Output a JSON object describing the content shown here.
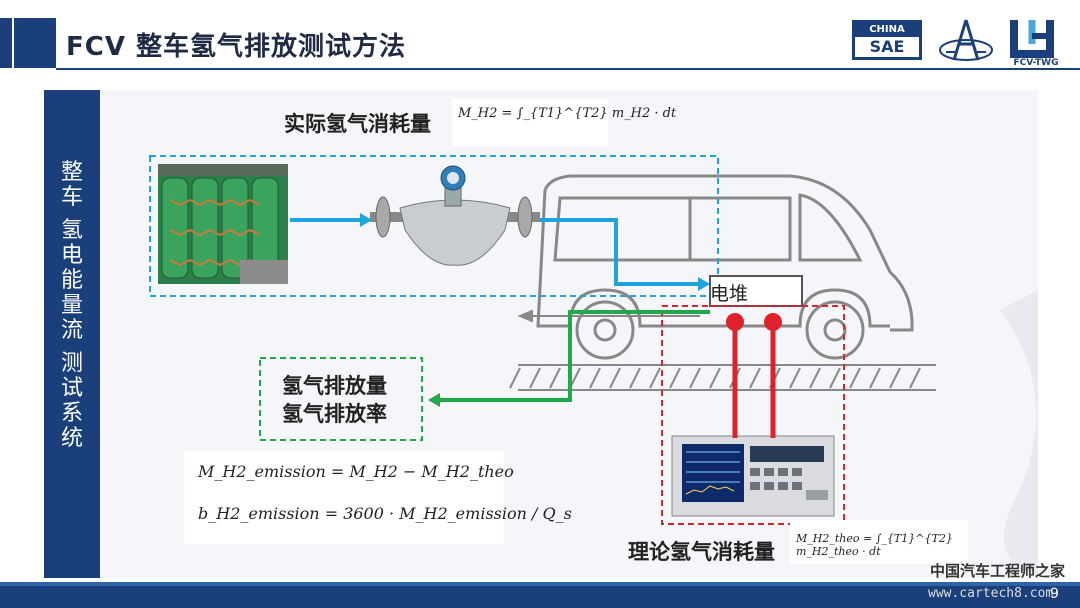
{
  "header": {
    "title": "FCV 整车氢气排放测试方法"
  },
  "logos": {
    "china_sae_top": "CHINA",
    "china_sae_bottom": "SAE",
    "fcv_twg": "FCV-TWG"
  },
  "side": {
    "lines": [
      "整",
      "车",
      "氢",
      "电",
      "能",
      "量",
      "流",
      "测",
      "试",
      "系",
      "统"
    ]
  },
  "labels": {
    "actual": "实际氢气消耗量",
    "theoretical": "理论氢气消耗量",
    "stack": "电堆",
    "emission_qty": "氢气排放量",
    "emission_rate": "氢气排放率"
  },
  "formulas": {
    "actual": "M_H2 = ∫_{T1}^{T2} m_H2 · dt",
    "theoretical": "M_H2_theo = ∫_{T1}^{T2} m_H2_theo · dt",
    "emission": "M_H2_emission = M_H2 − M_H2_theo",
    "rate": "b_H2_emission = 3600 · M_H2_emission / Q_s"
  },
  "colors": {
    "brand": "#1a3f7a",
    "hydrogen_flow": "#1ea3dc",
    "electric": "#e0202a",
    "emission": "#22a84a"
  },
  "watermark": {
    "line1": "中国汽车工程师之家",
    "line2": "www.cartech8.com"
  },
  "page": {
    "number": "9"
  }
}
